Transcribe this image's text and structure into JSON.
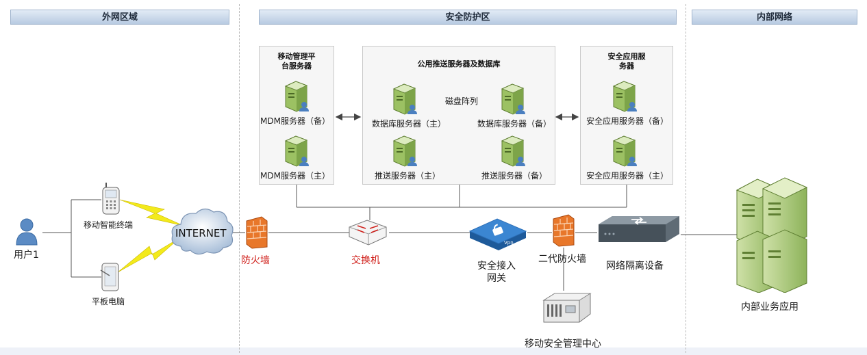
{
  "zones": {
    "external": "外网区域",
    "security": "安全防护区",
    "internal": "内部网络"
  },
  "groups": {
    "mdm_title_line1": "移动管理平",
    "mdm_title_line2": "台服务器",
    "push_title": "公用推送服务器及数据库",
    "disk_array": "磁盘阵列",
    "app_title_line1": "安全应用服",
    "app_title_line2": "务器"
  },
  "servers": {
    "mdm_backup": "MDM服务器（备）",
    "mdm_main": "MDM服务器（主）",
    "db_main": "数据库服务器（主）",
    "db_backup": "数据库服务器（备）",
    "push_main": "推送服务器（主）",
    "push_backup": "推送服务器（备）",
    "app_backup": "安全应用服务器（备）",
    "app_main": "安全应用服务器（主）"
  },
  "devices": {
    "user": "用户1",
    "mobile_terminal": "移动智能终端",
    "tablet": "平板电脑",
    "internet": "INTERNET",
    "firewall": "防火墙",
    "switch": "交换机",
    "vpn_gateway_line1": "安全接入",
    "vpn_gateway_line2": "网关",
    "vpn_tag": "Vpn",
    "ngfw": "二代防火墙",
    "isolation": "网络隔离设备",
    "mgmt_center": "移动安全管理中心",
    "internal_app": "内部业务应用"
  },
  "colors": {
    "header_top": "#e2ebf6",
    "header_bottom": "#b8cbe2",
    "server_green": "#8db35a",
    "firewall_orange": "#e8772a",
    "vpn_blue": "#2c6fb8",
    "red_label": "#d0211c",
    "lightning_yellow": "#f3ea1c"
  }
}
